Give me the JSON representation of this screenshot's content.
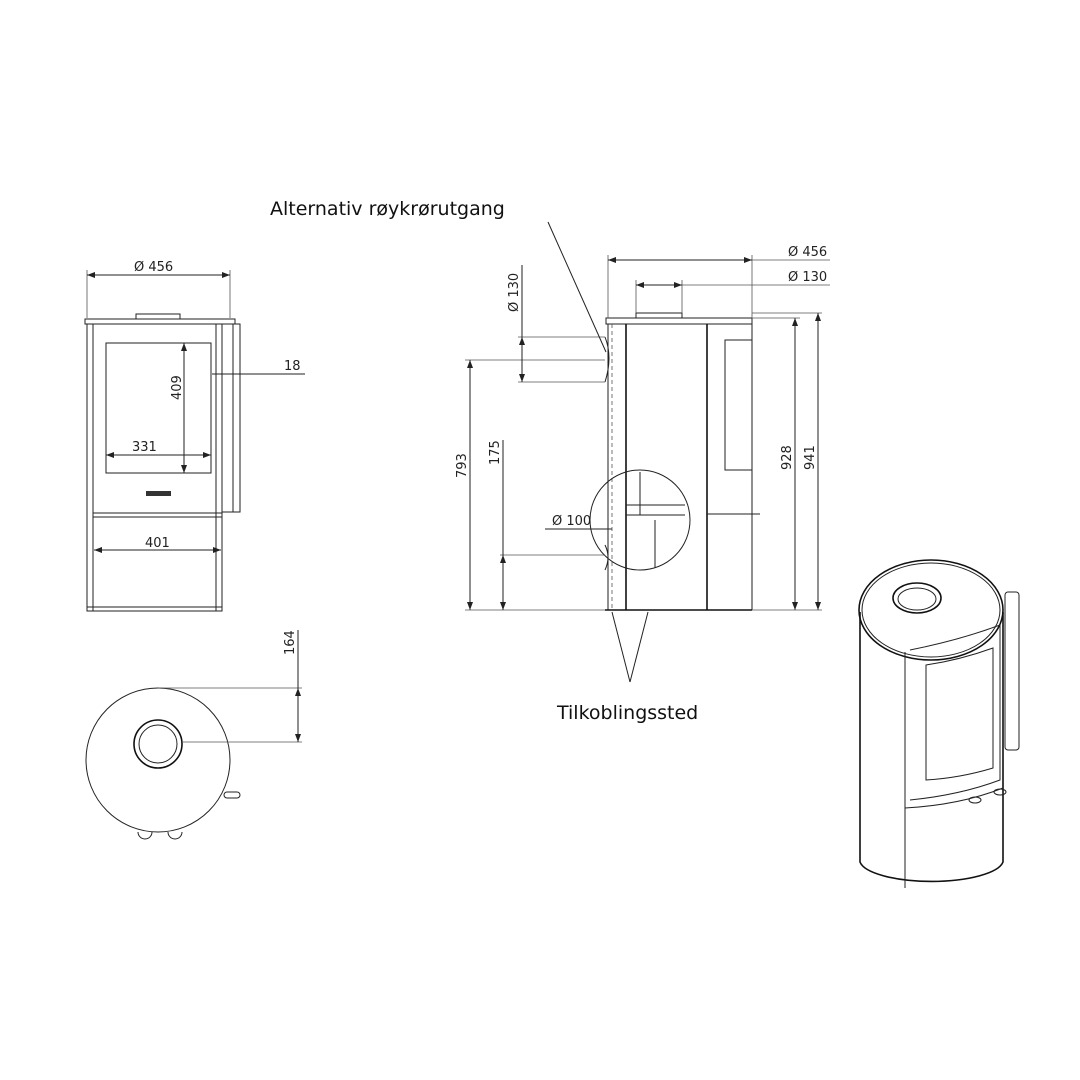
{
  "labels": {
    "alt_outlet": "Alternativ røykrørutgang",
    "connection": "Tilkoblingssted"
  },
  "front_view": {
    "width": "Ø 456",
    "glass_height": "409",
    "glass_width": "331",
    "lower_width": "401",
    "door_depth": "18"
  },
  "top_view": {
    "flue_offset": "164"
  },
  "side_view": {
    "width": "Ø 456",
    "top_flue": "Ø 130",
    "rear_flue": "Ø 130",
    "rear_flue_height": "793",
    "air_inlet_height": "175",
    "air_inlet": "Ø 100",
    "height_body": "928",
    "height_total": "941"
  }
}
